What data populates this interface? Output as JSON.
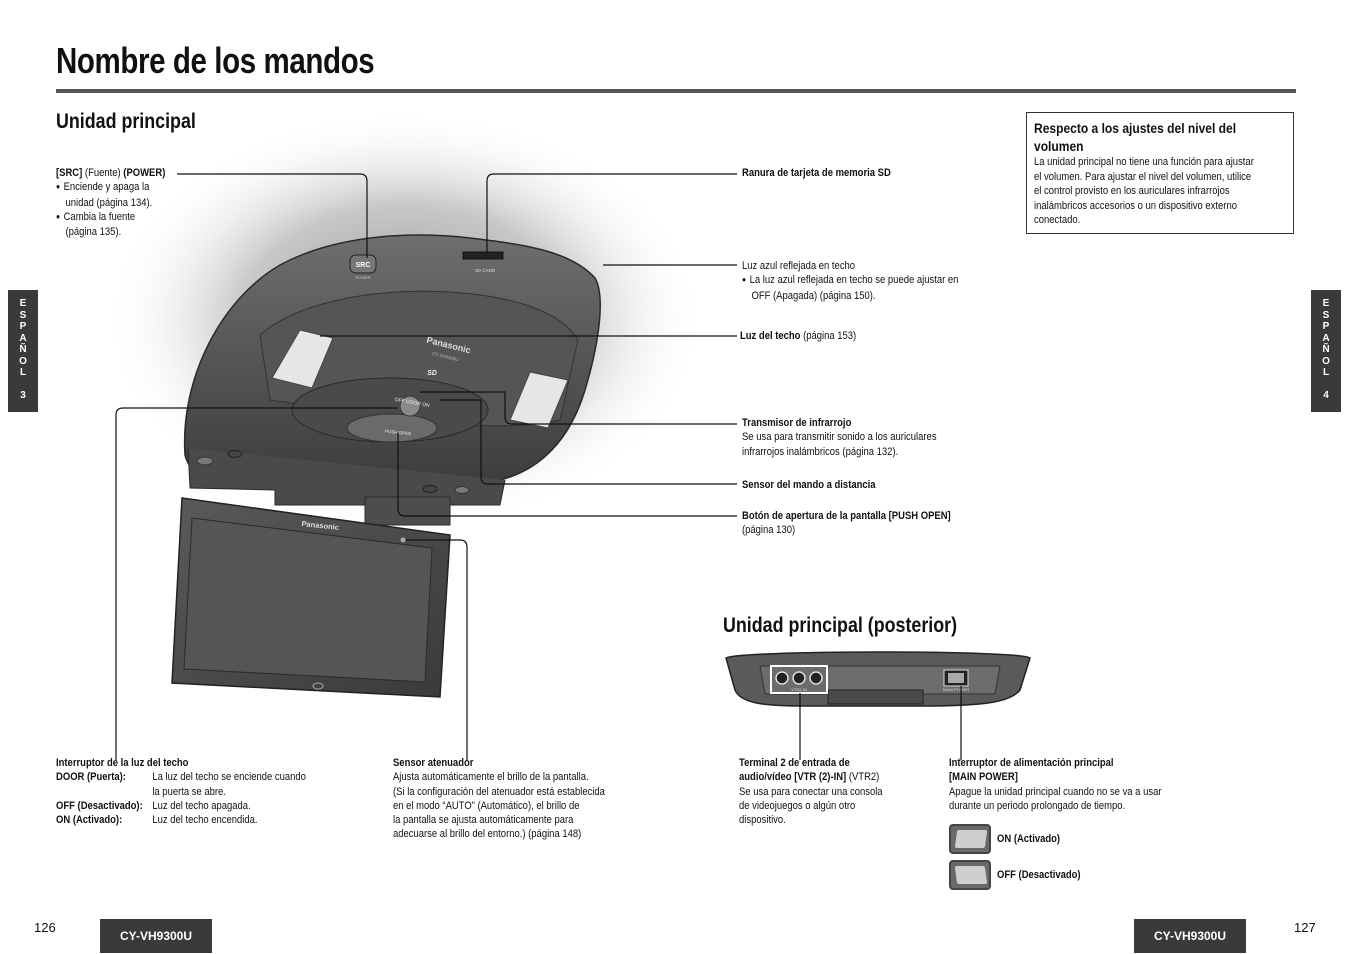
{
  "page": {
    "title": "Nombre de los mandos",
    "section_main": "Unidad principal",
    "section_rear": "Unidad principal (posterior)"
  },
  "note": {
    "heading": "Respecto a los ajustes del nivel del volumen",
    "body": [
      "La unidad principal no tiene una función para ajustar",
      "el volumen. Para ajustar el nivel del volumen, utilice",
      "el control provisto en los auriculares infrarrojos",
      "inalámbricos accesorios o un dispositivo externo",
      "conectado."
    ]
  },
  "labels": {
    "src": {
      "key": "[SRC]",
      "paren": "(Fuente)",
      "key2": "(POWER)",
      "b1a": "Enciende y apaga la",
      "b1b": "unidad (página 134).",
      "b2a": "Cambia la fuente",
      "b2b": "(página 135)."
    },
    "sd": {
      "title": "Ranura de tarjeta de memoria SD"
    },
    "blue": {
      "title": "Luz azul reflejada en techo",
      "b1a": "La luz azul reflejada en techo se puede ajustar en",
      "b1b": "OFF (Apagada) (página 150)."
    },
    "roof": {
      "title": "Luz del techo",
      "ref": "(página 153)"
    },
    "ir": {
      "title": "Transmisor de infrarrojo",
      "l1": "Se usa para transmitir sonido a los auriculares",
      "l2": "infrarrojos inalámbricos (página 132)."
    },
    "remote": {
      "title": "Sensor del mando a distancia"
    },
    "push": {
      "title": "Botón de apertura de la pantalla [PUSH OPEN]",
      "ref": "(página 130)"
    },
    "switch": {
      "title": "Interruptor de la luz del techo",
      "rows": [
        {
          "k": "DOOR (Puerta):",
          "v": "La luz del techo se enciende cuando"
        },
        {
          "k": "",
          "v": "la puerta se abre."
        },
        {
          "k": "OFF (Desactivado):",
          "v": "Luz del techo apagada."
        },
        {
          "k": "ON (Activado):",
          "v": "Luz del techo encendida."
        }
      ]
    },
    "dimmer": {
      "title": "Sensor atenuador",
      "lines": [
        "Ajusta automáticamente el brillo de la pantalla.",
        "(Si la configuración del atenuador está establecida",
        "en el modo “AUTO” (Automático), el brillo de",
        "la pantalla se ajusta automáticamente para",
        "adecuarse al brillo del entorno.) (página 148)"
      ]
    },
    "av": {
      "t1": "Terminal 2 de entrada de",
      "t2": "audio/vídeo [VTR (2)-IN]",
      "t2b": "(VTR2)",
      "lines": [
        "Se usa para conectar una consola",
        "de videojuegos o algún otro",
        "dispositivo."
      ]
    },
    "power": {
      "t1": "Interruptor de alimentación principal",
      "t2": "[MAIN POWER]",
      "lines": [
        "Apague la unidad principal cuando no se va a usar",
        "durante un periodo prolongado de tiempo."
      ],
      "on": "ON (Activado)",
      "off": "OFF (Desactivado)"
    }
  },
  "device": {
    "brand_top": "Panasonic",
    "model_small": "CY-VH9300U",
    "brand_screen": "Panasonic",
    "src_btn": "SRC",
    "power_small": "POWER",
    "sd_label": "SD CARD",
    "door_labels": "OFF  DOOR  ON",
    "push_open": "PUSH OPEN",
    "sd_logo": "SD",
    "rear_vtr": "VTR2-IN",
    "rear_power": "MAIN POWER"
  },
  "sidebar": {
    "left": [
      "E",
      "S",
      "P",
      "A",
      "Ñ",
      "O",
      "L",
      "",
      "3"
    ],
    "right": [
      "E",
      "S",
      "P",
      "A",
      "Ñ",
      "O",
      "L",
      "",
      "4"
    ]
  },
  "footer": {
    "page_left": "126",
    "page_right": "127",
    "model_left": "CY-VH9300U",
    "model_right": "CY-VH9300U"
  }
}
